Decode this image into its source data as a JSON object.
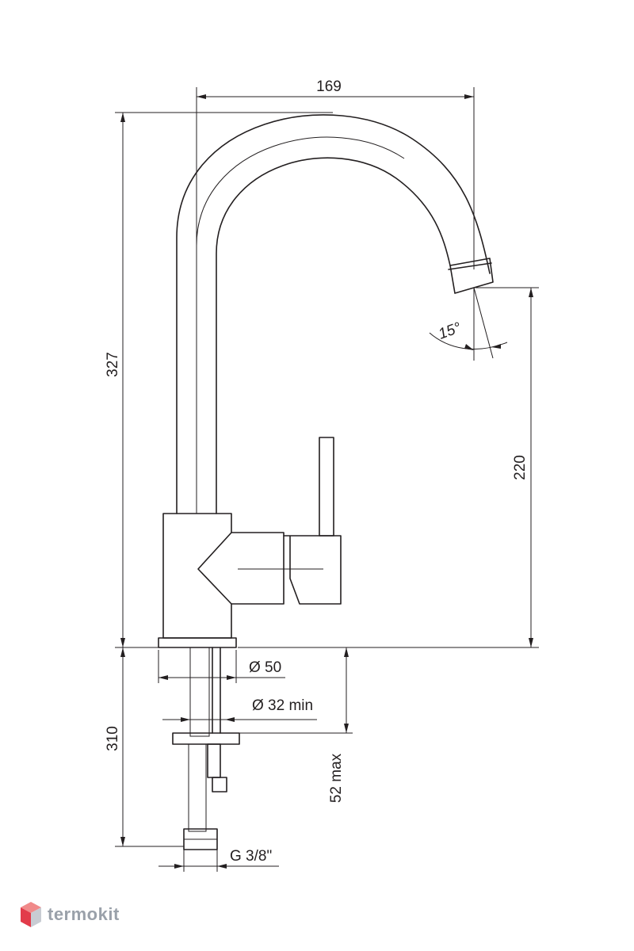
{
  "dimensions": {
    "width_169": "169",
    "height_327": "327",
    "height_220": "220",
    "angle_15": "15°",
    "dia_50": "Ø 50",
    "dia_32": "Ø 32  min",
    "depth_310": "310",
    "max_52": "52  max",
    "thread": "G 3/8\""
  },
  "logo": {
    "text": "termokit",
    "colors": {
      "top": "#f08a8a",
      "left": "#e23b4a",
      "right": "#c8ccd3"
    }
  }
}
